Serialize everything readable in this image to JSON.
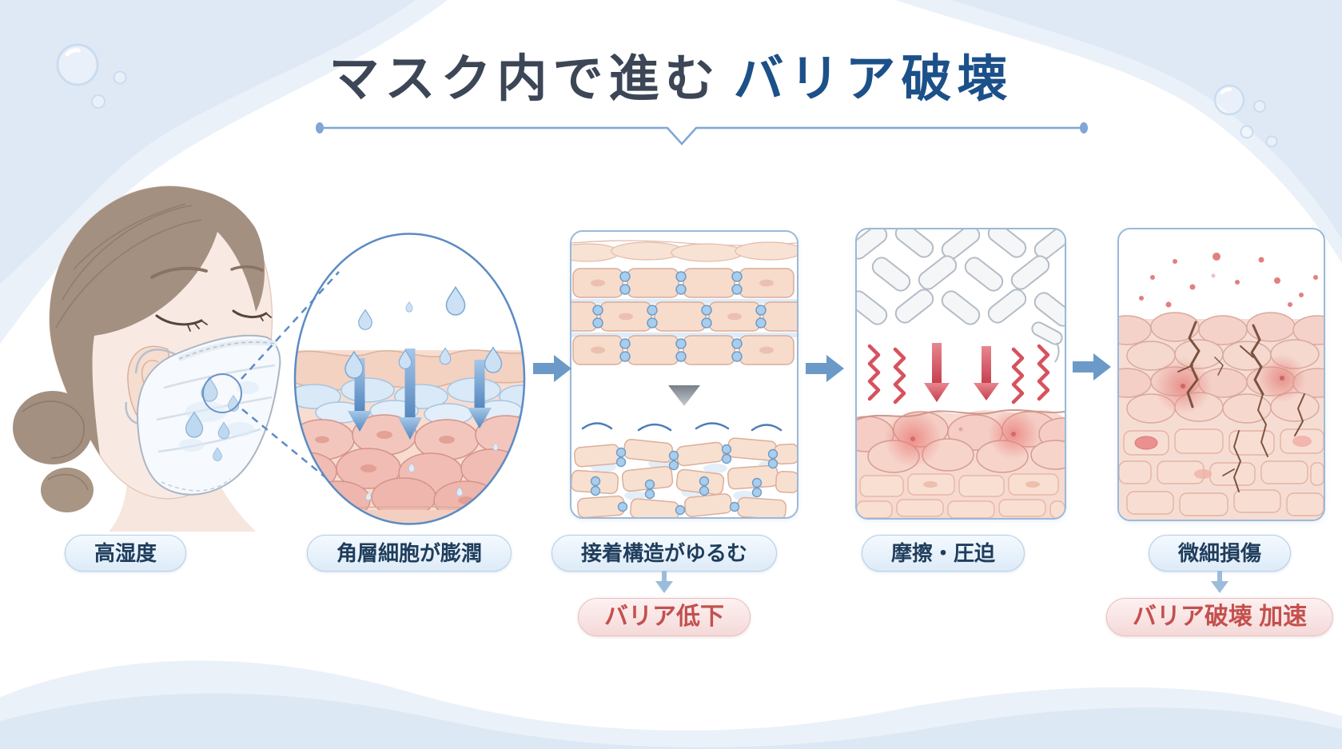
{
  "title": {
    "prefix": "マスク内で進む",
    "accent": "バリア破壊"
  },
  "stages": [
    {
      "id": "high-humidity",
      "label": "高湿度"
    },
    {
      "id": "swollen-corneocytes",
      "label": "角層細胞が膨潤"
    },
    {
      "id": "adhesion-loosens",
      "label": "接着構造がゆるむ",
      "result": "バリア低下"
    },
    {
      "id": "friction-pressure",
      "label": "摩擦・圧迫"
    },
    {
      "id": "micro-damage",
      "label": "微細損傷",
      "result": "バリア破壊 加速"
    }
  ],
  "illustrations": [
    "masked-woman-with-moist-mask",
    "magnified-swollen-skin-with-droplets",
    "ordered-then-loosened-cell-structure",
    "mask-fabric-friction-on-skin",
    "cracked-damaged-skin"
  ],
  "colors": {
    "title_dark": "#3c4656",
    "title_accent_navy": "#1c5089",
    "divider_blue": "#7fa6d4",
    "flow_arrow_blue": "#6b9ac8",
    "pill_blue_border": "#b7d0e8",
    "pill_blue_text": "#1f3d5c",
    "pill_pink_border": "#eabfbf",
    "pill_pink_text": "#c4504e",
    "wave_blue": "#dfe9f6"
  }
}
